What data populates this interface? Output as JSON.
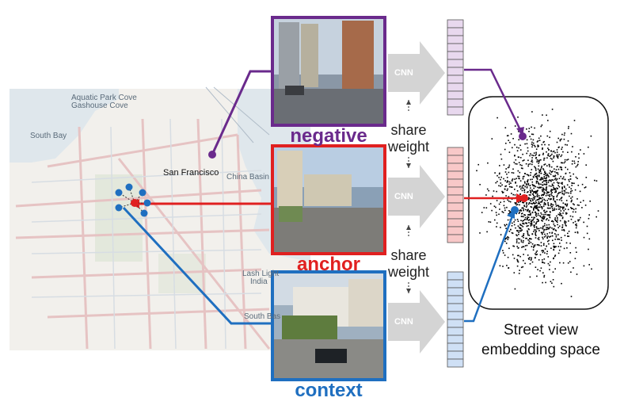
{
  "map": {
    "labels": {
      "aquatic_park": "Aquatic Park Cove",
      "gashouse": "Gashouse Cove",
      "south_bay": "South Bay",
      "san_francisco": "San Francisco",
      "china_basin": "China Basin",
      "lash_light": "Lash Light",
      "india": "India",
      "south_bas": "South Bas"
    }
  },
  "images": {
    "negative": {
      "label": "negative",
      "color": "#6a2a8c"
    },
    "anchor": {
      "label": "anchor",
      "color": "#e02020"
    },
    "context": {
      "label": "context",
      "color": "#1f6fc0"
    }
  },
  "cnn_label": "CNN",
  "share_weight": [
    "share",
    "weight"
  ],
  "embedding": {
    "caption_line1": "Street view",
    "caption_line2": "embedding space"
  },
  "colors": {
    "negative": "#6a2a8c",
    "anchor": "#e02020",
    "context": "#1f6fc0",
    "vec_negative": "#e8d8ee",
    "vec_anchor": "#f8c8c8",
    "vec_context": "#cfe0f5",
    "cnn_arrow": "#d4d4d4"
  }
}
